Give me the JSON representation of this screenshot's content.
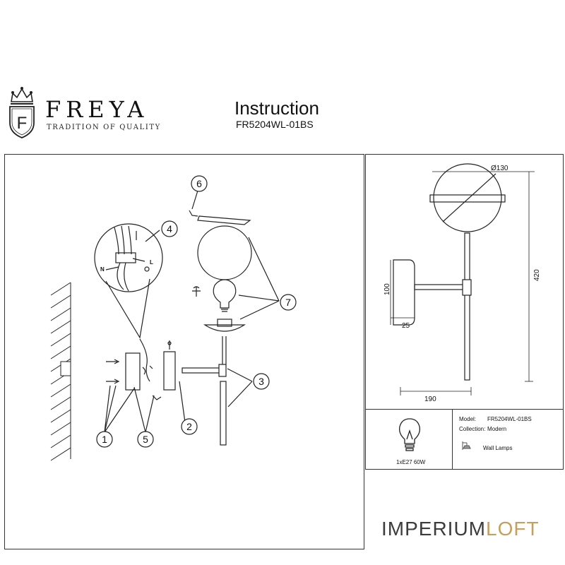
{
  "header": {
    "brand_name": "FREYA",
    "brand_tagline": "TRADITION OF QUALITY",
    "logo_letter": "F",
    "title": "Instruction",
    "model_code": "FR5204WL-01BS"
  },
  "assembly": {
    "callouts": [
      "1",
      "2",
      "3",
      "4",
      "5",
      "6",
      "7"
    ],
    "wire_labels": {
      "neutral": "N",
      "live": "L"
    }
  },
  "dimensions": {
    "globe_diameter": "Ø130",
    "total_height": "420",
    "base_height": "100",
    "base_depth": "25",
    "projection": "190"
  },
  "info": {
    "model_label": "Model:",
    "model_value": "FR5204WL-01BS",
    "collection_label": "Collection:",
    "collection_value": "Modern",
    "type_value": "Wall Lamps",
    "lamp_spec": "1xE27 60W"
  },
  "watermark": {
    "part1": "IMPERIUM",
    "part2": "LOFT"
  },
  "colors": {
    "line": "#222222",
    "watermark_gray": "#3c3c3c",
    "watermark_gold": "#c4a05f"
  }
}
